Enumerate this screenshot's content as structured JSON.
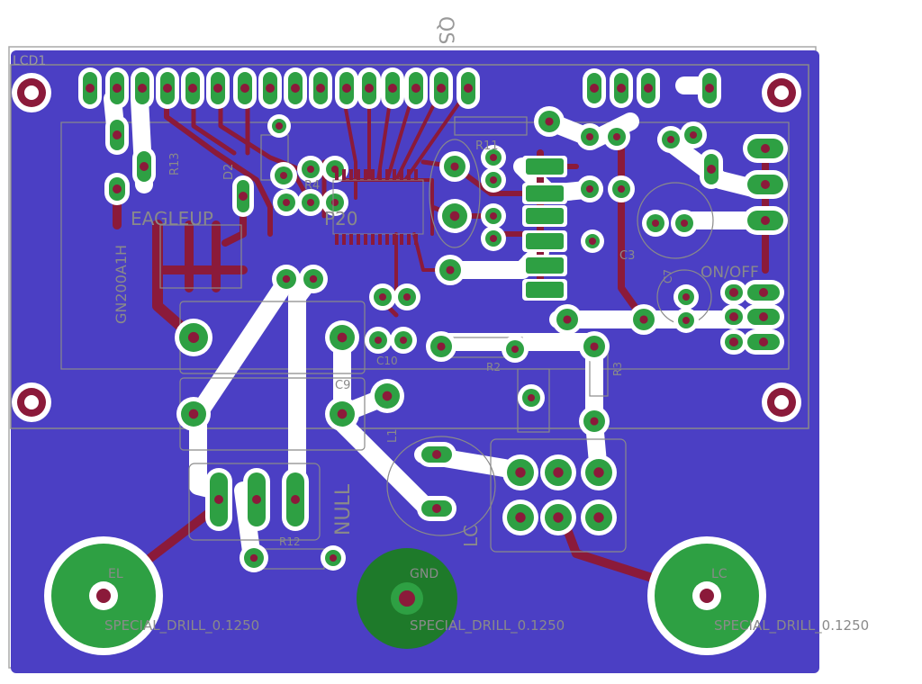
{
  "colors": {
    "background": "#ffffff",
    "board_fill": "#4b3fc4",
    "outline": "#a9a9a9",
    "trace_top": "#8b1a3a",
    "trace_bottom": "#ffffff",
    "pad": "#2ea043",
    "pad_dark": "#1a7a28",
    "silk": "#8a8a8a",
    "text_dim": "#9a9a9a"
  },
  "labels": {
    "lcd1": "LCD1",
    "qs": "QS",
    "eagleup": "EAGLEUP",
    "eagleup_part": "P20",
    "gn200a1h": "GN200A1H",
    "r13": "R13",
    "d2": "D2",
    "r4": "R4",
    "r11": "R11",
    "on_off": "ON/OFF",
    "c3": "C3",
    "c7": "C7",
    "c9": "C9",
    "c10": "C10",
    "r2": "R2",
    "r3": "R3",
    "r12": "R12",
    "null": "NULL",
    "l1": "L1",
    "lc_short": "LC",
    "el": "EL",
    "gnd": "GND",
    "lc": "LC",
    "drill_left": "SPECIAL_DRILL_0.1250",
    "drill_center": "SPECIAL_DRILL_0.1250",
    "drill_right": "SPECIAL_DRILL_0.1250"
  }
}
